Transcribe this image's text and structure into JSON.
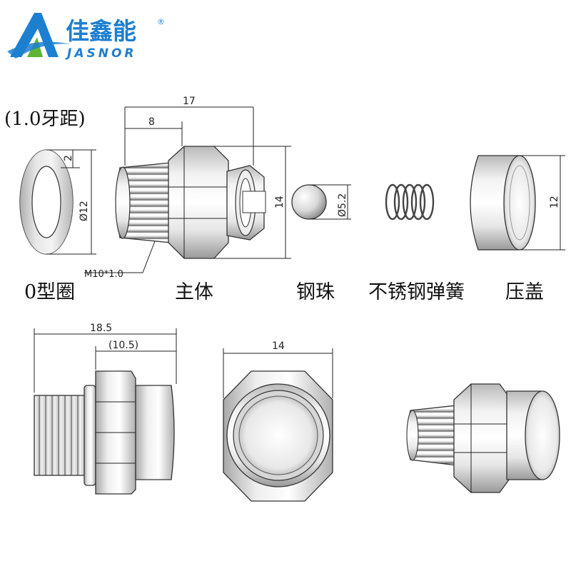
{
  "brand": {
    "name_cn": "佳鑫能",
    "name_en": "JASNOR",
    "registered_mark": "®"
  },
  "thread_pitch_note": "(1.0牙距)",
  "thread_spec": "M10*1.0",
  "parts": {
    "o_ring": "0型圈",
    "main_body": "主体",
    "steel_ball": "钢珠",
    "spring": "不锈钢弹簧",
    "cap": "压盖"
  },
  "dimensions": {
    "body_length": "17",
    "thread_length": "8",
    "body_height": "14",
    "oring_width": "2",
    "oring_diameter": "Ø12",
    "ball_diameter": "Ø5.2",
    "cap_height": "12",
    "assembly_length": "18.5",
    "assembly_partial": "(10.5)",
    "hex_width": "14"
  },
  "colors": {
    "brand_blue": "#1d7fd0",
    "brand_green": "#5cb531"
  }
}
